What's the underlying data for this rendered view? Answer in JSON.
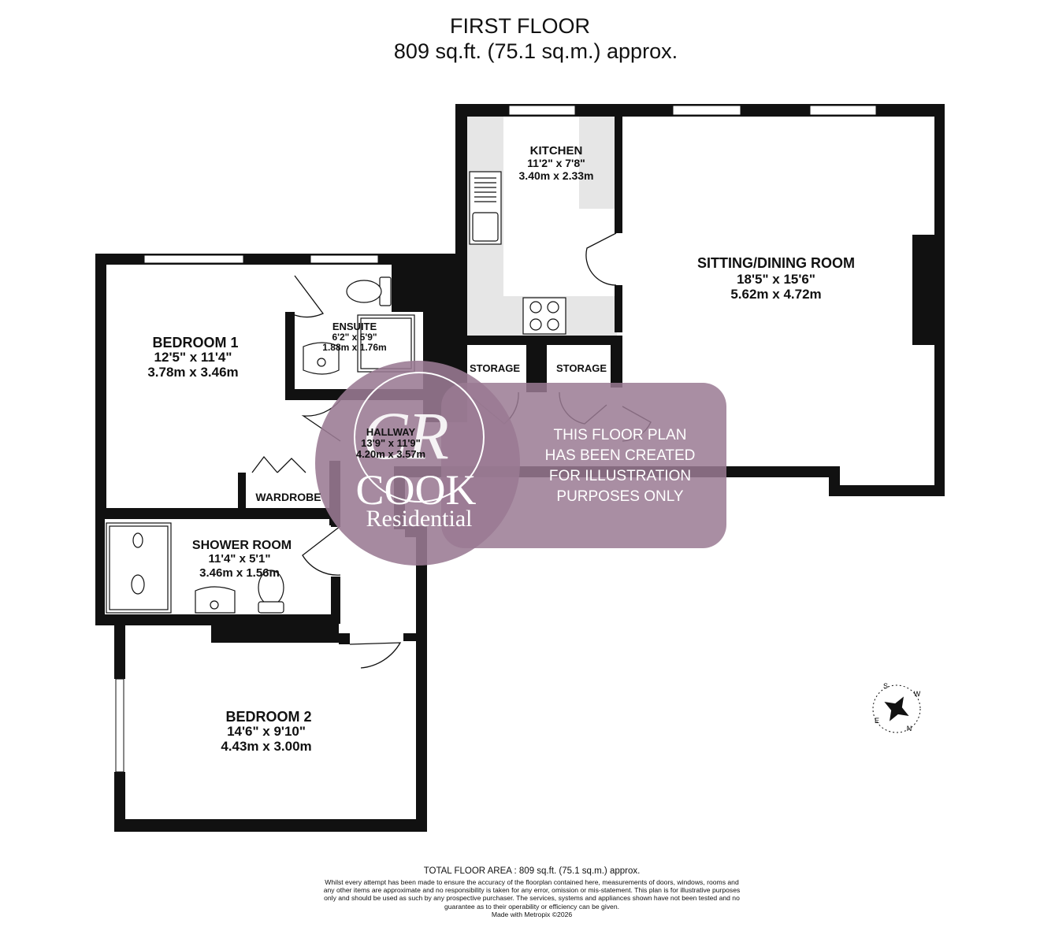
{
  "header": {
    "floor_title": "FIRST FLOOR",
    "floor_area": "809 sq.ft. (75.1 sq.m.) approx."
  },
  "rooms": {
    "kitchen": {
      "name": "KITCHEN",
      "imperial": "11'2\"  x 7'8\"",
      "metric": "3.40m  x 2.33m"
    },
    "sitting": {
      "name": "SITTING/DINING ROOM",
      "imperial": "18'5\"  x 15'6\"",
      "metric": "5.62m  x 4.72m"
    },
    "bedroom1": {
      "name": "BEDROOM 1",
      "imperial": "12'5\"  x 11'4\"",
      "metric": "3.78m  x 3.46m"
    },
    "ensuite": {
      "name": "ENSUITE",
      "imperial": "6'2\"  x 5'9\"",
      "metric": "1.88m  x 1.76m"
    },
    "storage1": {
      "name": "STORAGE"
    },
    "storage2": {
      "name": "STORAGE"
    },
    "hallway": {
      "name": "HALLWAY",
      "imperial": "13'9\"  x 11'9\"",
      "metric": "4.20m  x 3.57m"
    },
    "wardrobe": {
      "name": "WARDROBE"
    },
    "shower": {
      "name": "SHOWER ROOM",
      "imperial": "11'4\"  x 5'1\"",
      "metric": "3.46m  x 1.56m"
    },
    "bedroom2": {
      "name": "BEDROOM 2",
      "imperial": "14'6\"  x 9'10\"",
      "metric": "4.43m  x 3.00m"
    }
  },
  "watermark": {
    "brand_line1": "COOK",
    "brand_line2": "Residential",
    "monogram": "CR",
    "notice": [
      "THIS FLOOR PLAN",
      "HAS BEEN CREATED",
      "FOR ILLUSTRATION",
      "PURPOSES ONLY"
    ],
    "color": "#9a7a93"
  },
  "compass": {
    "labels": [
      "S",
      "W",
      "N",
      "E"
    ]
  },
  "footer": {
    "total_area": "TOTAL FLOOR AREA : 809 sq.ft. (75.1 sq.m.) approx.",
    "disclaimer": "Whilst every attempt has been made to ensure the accuracy of the floorplan contained here, measurements of doors, windows, rooms and any other items are approximate and no responsibility is taken for any error, omission or mis-statement. This plan is for illustrative purposes only and should be used as such by any prospective purchaser. The services, systems and appliances shown have not been tested and no guarantee as to their operability or efficiency can be given.",
    "made_with": "Made with Metropix ©2026"
  }
}
